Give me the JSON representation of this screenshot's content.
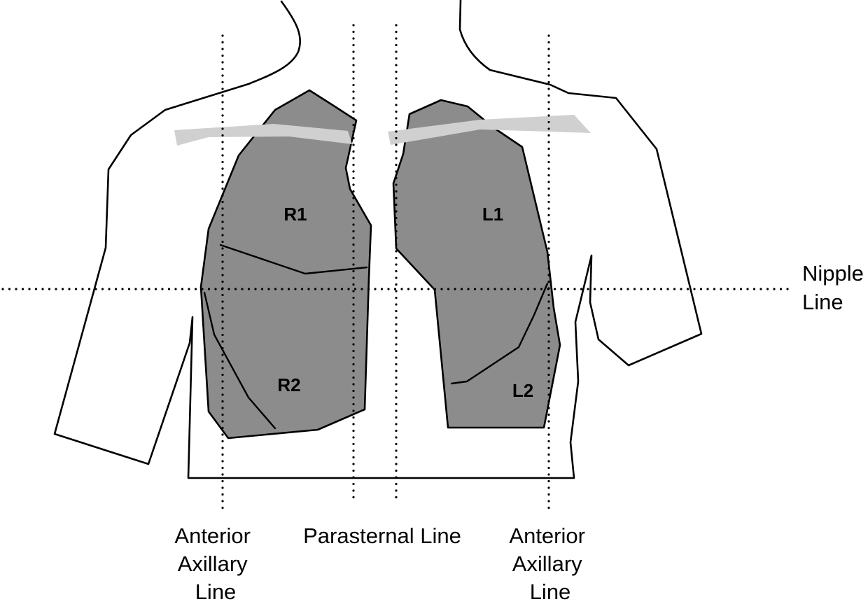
{
  "zones": {
    "r1": "R1",
    "r2": "R2",
    "l1": "L1",
    "l2": "L2"
  },
  "labels": {
    "nipple_line": [
      "Nipple",
      "Line"
    ],
    "anterior_axillary_left": [
      "Anterior",
      "Axillary",
      "Line"
    ],
    "parasternal": "Parasternal Line",
    "anterior_axillary_right": [
      "Anterior",
      "Axillary",
      "Line"
    ]
  },
  "colors": {
    "lung_fill": "#8c8c8c",
    "clavicle_fill": "#d0d0d0",
    "outline": "#000000"
  }
}
